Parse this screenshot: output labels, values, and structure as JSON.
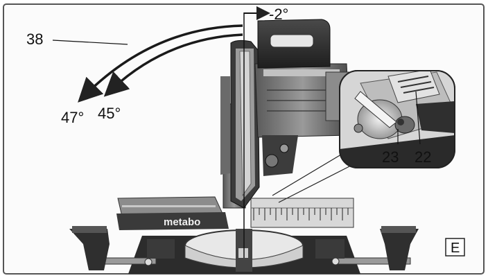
{
  "figure": {
    "callout_38": "38",
    "angle_left_outer": "47°",
    "angle_left_inner": "45°",
    "angle_right": "-2°",
    "callout_23": "23",
    "callout_22": "22",
    "brand_text": "metabo",
    "panel_label": "E"
  },
  "colors": {
    "frame_border": "#555555",
    "metal_dark": "#3a3a3a",
    "metal_mid": "#8a8a8a",
    "metal_light": "#c8c8c8"
  }
}
